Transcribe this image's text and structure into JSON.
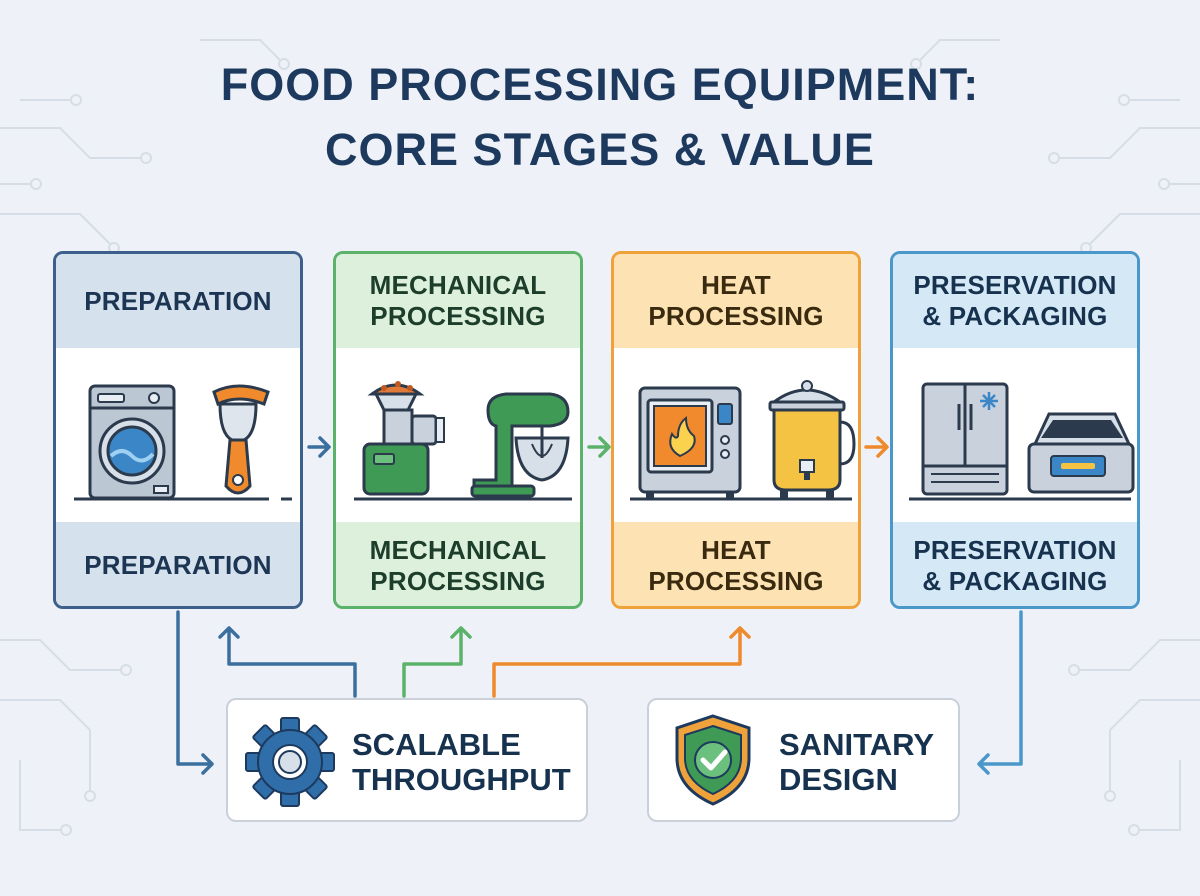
{
  "title": {
    "line1": "FOOD PROCESSING EQUIPMENT:",
    "line2": "CORE STAGES & VALUE"
  },
  "stages": [
    {
      "heading": [
        "PREPARATION"
      ],
      "footer": [
        "PREPARATION"
      ],
      "equipment": [
        "washing-machine-icon",
        "peeler-icon"
      ],
      "colors": {
        "border": "#3d5f8c",
        "band": "#d6e1ee",
        "text": "#1c3553"
      }
    },
    {
      "heading": [
        "MECHANICAL",
        "PROCESSING"
      ],
      "footer": [
        "MECHANICAL",
        "PROCESSING"
      ],
      "equipment": [
        "meat-grinder-icon",
        "stand-mixer-icon"
      ],
      "colors": {
        "border": "#5bb36a",
        "band": "#dcf0dc",
        "text": "#1c3e2a"
      }
    },
    {
      "heading": [
        "HEAT",
        "PROCESSING"
      ],
      "footer": [
        "HEAT",
        "PROCESSING"
      ],
      "equipment": [
        "combi-oven-icon",
        "steam-kettle-icon"
      ],
      "colors": {
        "border": "#f0a23a",
        "band": "#fde3b3",
        "text": "#3a2a10"
      }
    },
    {
      "heading": [
        "PRESERVATION",
        "& PACKAGING"
      ],
      "footer": [
        "PRESERVATION",
        "& PACKAGING"
      ],
      "equipment": [
        "refrigerator-icon",
        "vacuum-sealer-icon"
      ],
      "colors": {
        "border": "#4a97c9",
        "band": "#d5e8f5",
        "text": "#17324f"
      }
    }
  ],
  "benefits": {
    "scalable": {
      "lines": [
        "SCALABLE",
        "THROUGHPUT"
      ],
      "icon": "gear-icon"
    },
    "sanitary": {
      "lines": [
        "SANITARY",
        "DESIGN"
      ],
      "icon": "shield-check-icon"
    }
  },
  "connector_colors": {
    "blue": "#3a6f9e",
    "green": "#5bb36a",
    "orange": "#ee8a2c",
    "light_blue": "#4a97c9"
  }
}
